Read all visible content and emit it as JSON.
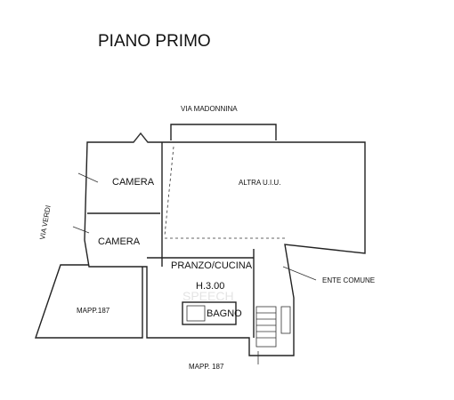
{
  "title": "PIANO PRIMO",
  "labels": {
    "via_madonnina": "VIA MADONNINA",
    "via_verdi": "VIA VERDI",
    "camera_1": "CAMERA",
    "camera_2": "CAMERA",
    "altra_uiu": "ALTRA U.I.U.",
    "pranzo_cucina": "PRANZO/CUCINA",
    "height": "H.3.00",
    "bagno": "BAGNO",
    "ente_comune": "ENTE COMUNE",
    "mapp_left": "MAPP.187",
    "mapp_bottom": "MAPP. 187"
  },
  "watermark": "SPEECH"
}
